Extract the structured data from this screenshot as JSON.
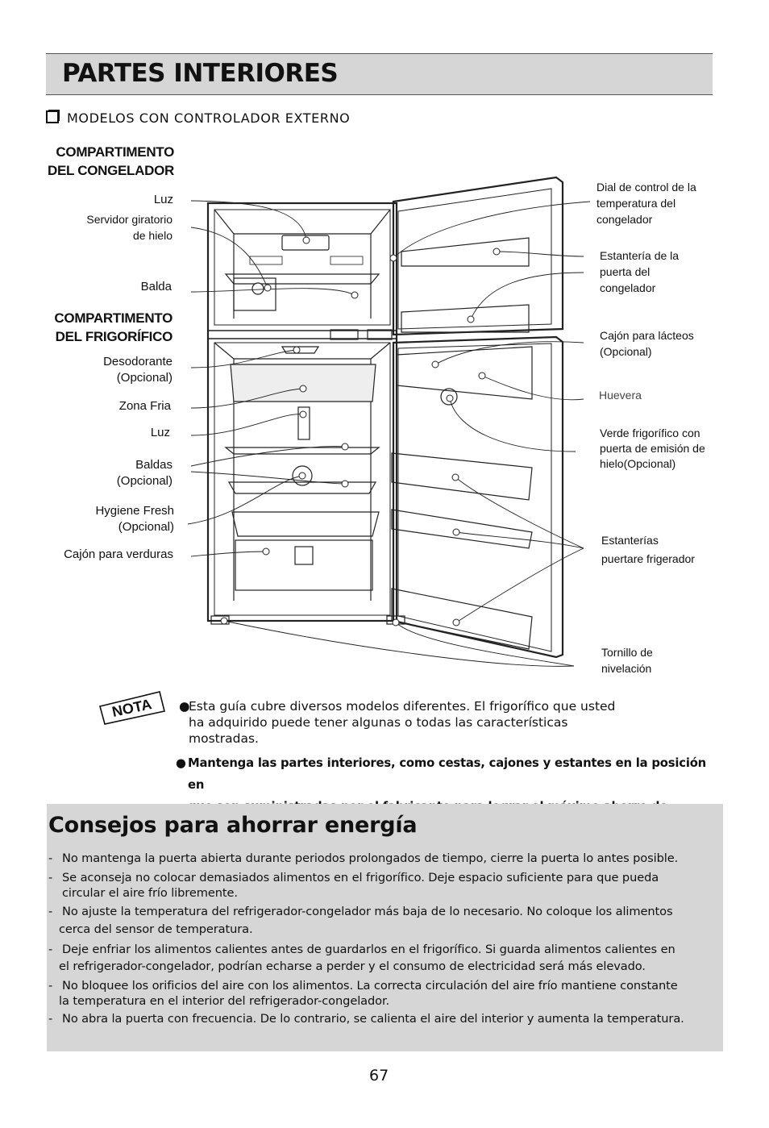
{
  "page": {
    "title": "PARTES INTERIORES",
    "subtitle": "MODELOS CON CONTROLADOR EXTERNO",
    "page_number": "67"
  },
  "diagram": {
    "section_freezer": [
      "COMPARTIMENTO",
      "DEL CONGELADOR"
    ],
    "section_fridge": [
      "COMPARTIMENTO",
      "DEL FRIGORÍFICO"
    ],
    "left_labels": {
      "luz_top": "Luz",
      "ice_server": [
        "Servidor giratorio",
        "de hielo"
      ],
      "balda": "Balda",
      "deodorizer": [
        "Desodorante",
        "(Opcional)"
      ],
      "cold_zone": "Zona Fria",
      "luz_bottom": "Luz",
      "shelves": [
        "Baldas",
        "(Opcional)"
      ],
      "hygiene": [
        "Hygiene Fresh",
        "(Opcional)"
      ],
      "vegetable_drawer": "Cajón para verduras"
    },
    "right_labels": {
      "dial": [
        "Dial de control de la",
        "temperatura del",
        "congelador"
      ],
      "freezer_door_shelf": [
        "Estantería de la",
        "puerta del",
        "congelador"
      ],
      "dairy": [
        "Cajón para lácteos",
        "(Opcional)"
      ],
      "egg_tray": "Huevera",
      "ice_door": [
        "Verde frigorífico con",
        "puerta de emisión de",
        "hielo(Opcional)"
      ],
      "fridge_door_shelves": [
        "Estanterías",
        "puertare frigerador"
      ],
      "leveling": [
        "Tornillo de",
        "nivelación"
      ]
    }
  },
  "note": {
    "badge": "NOTA",
    "item1": [
      "Esta guía cubre diversos modelos diferentes. El frigorífico que usted",
      "ha adquirido puede tener algunas o todas las características",
      "mostradas."
    ],
    "item2": [
      "Mantenga las partes interiores, como cestas, cajones y estantes en la posición en",
      "que son suministradas por el fabricante para lograr el máximo ahorro de energía."
    ]
  },
  "tips": {
    "title": "Consejos para ahorrar energía",
    "items": [
      [
        "No mantenga la puerta abierta durante periodos prolongados de tiempo, cierre la puerta lo antes posible."
      ],
      [
        "Se aconseja no colocar demasiados alimentos en el frigorífico. Deje espacio suficiente para que pueda",
        "circular el aire frío libremente."
      ],
      [
        "No ajuste la temperatura del refrigerador-congelador más baja de lo necesario. No coloque los alimentos",
        "cerca del sensor de temperatura."
      ],
      [
        "Deje enfriar los alimentos calientes antes de guardarlos en el frigorífico. Si guarda alimentos calientes en",
        "el refrigerador-congelador, podrían echarse a perder y el consumo de electricidad será más elevado."
      ],
      [
        "No bloquee los orificios del aire con los alimentos. La correcta circulación del aire frío mantiene constante",
        "la temperatura en el interior del refrigerador-congelador."
      ],
      [
        "No abra la puerta con frecuencia. De lo contrario, se calienta el aire del interior y aumenta la temperatura."
      ]
    ]
  }
}
